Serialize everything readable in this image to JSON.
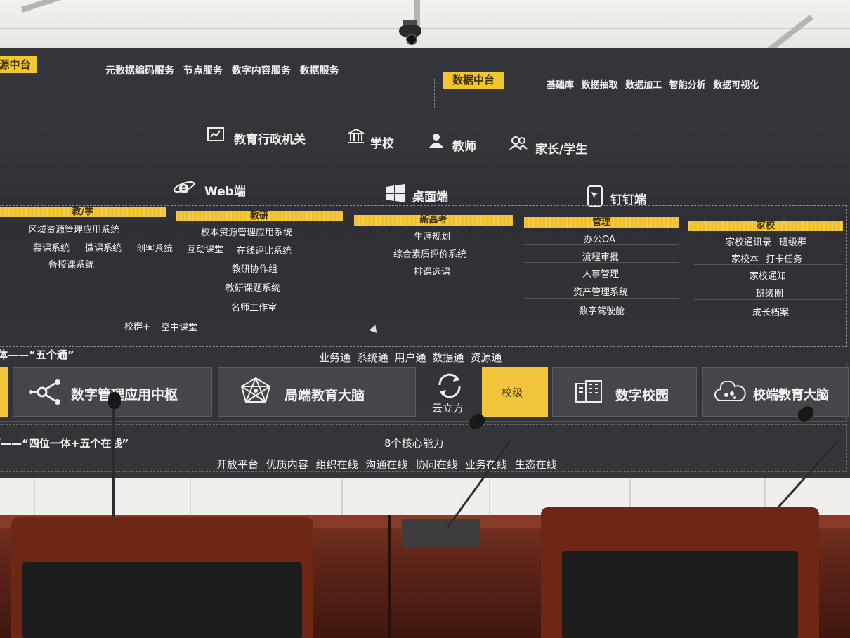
{
  "top_bar": {
    "left_tag": "源中台",
    "left_items": [
      "元数据编码服务",
      "节点服务",
      "数字内容服务",
      "数据服务"
    ],
    "right_tag": "数据中台",
    "right_items": [
      "基础库",
      "数据抽取",
      "数据加工",
      "智能分析",
      "数据可视化"
    ]
  },
  "users": [
    {
      "label": "教育行政机关",
      "icon": "document-chart-icon"
    },
    {
      "label": "学校",
      "icon": "building-columns-icon"
    },
    {
      "label": "教师",
      "icon": "person-icon"
    },
    {
      "label": "家长/学生",
      "icon": "people-icon"
    }
  ],
  "clients": [
    {
      "label": "Web端",
      "icon": "browser-e-icon"
    },
    {
      "label": "桌面端",
      "icon": "windows-icon"
    },
    {
      "label": "钉钉端",
      "icon": "phone-icon"
    }
  ],
  "columns": [
    {
      "head": "教/学",
      "items": [
        "区域资源管理应用系统",
        "慕课系统",
        "微课系统",
        "创客系统",
        "互动课堂",
        "在线评比系统",
        "备授课系统"
      ]
    },
    {
      "head": "教研",
      "items": [
        "校本资源管理应用系统",
        "教研协作组",
        "教研课题系统",
        "名师工作室",
        "校群+",
        "空中课堂"
      ]
    },
    {
      "head": "新高考",
      "items": [
        "生涯规划",
        "综合素质评价系统",
        "排课选课"
      ]
    },
    {
      "head": "管理",
      "items": [
        "办公OA",
        "流程审批",
        "人事管理",
        "资产管理系统",
        "数字驾驶舱"
      ]
    },
    {
      "head": "家校",
      "items": [
        "家校通讯录",
        "班级群",
        "家校本",
        "打卡任务",
        "家校通知",
        "班级圈",
        "成长档案"
      ]
    }
  ],
  "five_links": {
    "title": "体——“五个通”",
    "items": [
      "业务通",
      "系统通",
      "用户通",
      "数据通",
      "资源通"
    ]
  },
  "tiles": {
    "hub": "数字管理应用中枢",
    "brain_local": "局端教育大脑",
    "cube": "云立方",
    "school_level": "校级",
    "campus": "数字校园",
    "brain_school": "校端教育大脑"
  },
  "bottom": {
    "title": "营——“四位一体+五个在线”",
    "core": "8个核心能力",
    "items": [
      "开放平台",
      "优质内容",
      "组织在线",
      "沟通在线",
      "协同在线",
      "业务在线",
      "生态在线"
    ]
  },
  "colors": {
    "accent": "#f2c72e",
    "screen": "#33343a",
    "desk": "#6a2a1c"
  }
}
